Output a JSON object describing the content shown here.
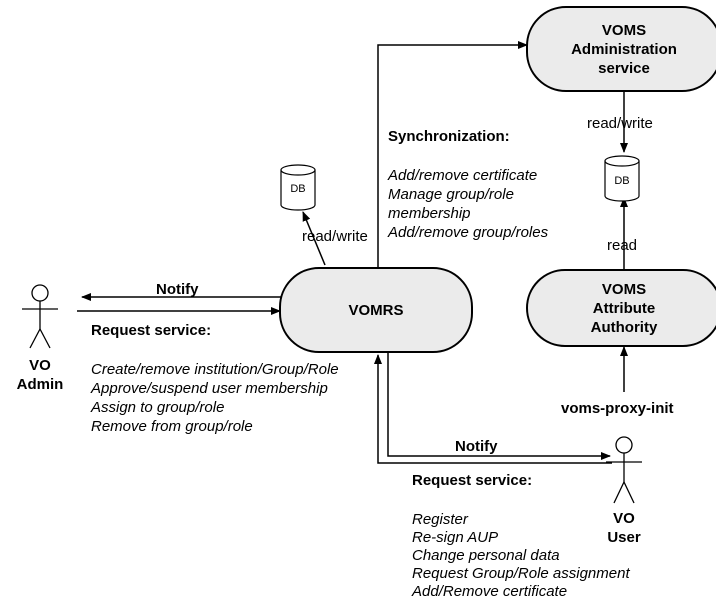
{
  "nodes": {
    "voms_admin": [
      "VOMS",
      "Administration",
      "service"
    ],
    "vomrs": "VOMRS",
    "voms_aa": [
      "VOMS",
      "Attribute",
      "Authority"
    ]
  },
  "databases": {
    "left_db": "DB",
    "right_db": "DB"
  },
  "actors": {
    "vo_admin": [
      "VO",
      "Admin"
    ],
    "vo_user": [
      "VO",
      "User"
    ]
  },
  "edge_labels": {
    "left_read_write": "read/write",
    "right_read_write": "read/write",
    "read": "read",
    "notify_admin": "Notify",
    "notify_user": "Notify",
    "voms_proxy_init": "voms-proxy-init"
  },
  "synchronization": {
    "title": "Synchronization:",
    "items": [
      "Add/remove certificate",
      "Manage group/role",
      "membership",
      "Add/remove group/roles"
    ]
  },
  "admin_request": {
    "title": "Request service:",
    "items": [
      "Create/remove institution/Group/Role",
      "Approve/suspend user membership",
      "Assign to group/role",
      "Remove from group/role"
    ]
  },
  "user_request": {
    "title": "Request service:",
    "items": [
      "Register",
      "Re-sign AUP",
      "Change personal data",
      "Request Group/Role assignment",
      "Add/Remove certificate"
    ]
  }
}
